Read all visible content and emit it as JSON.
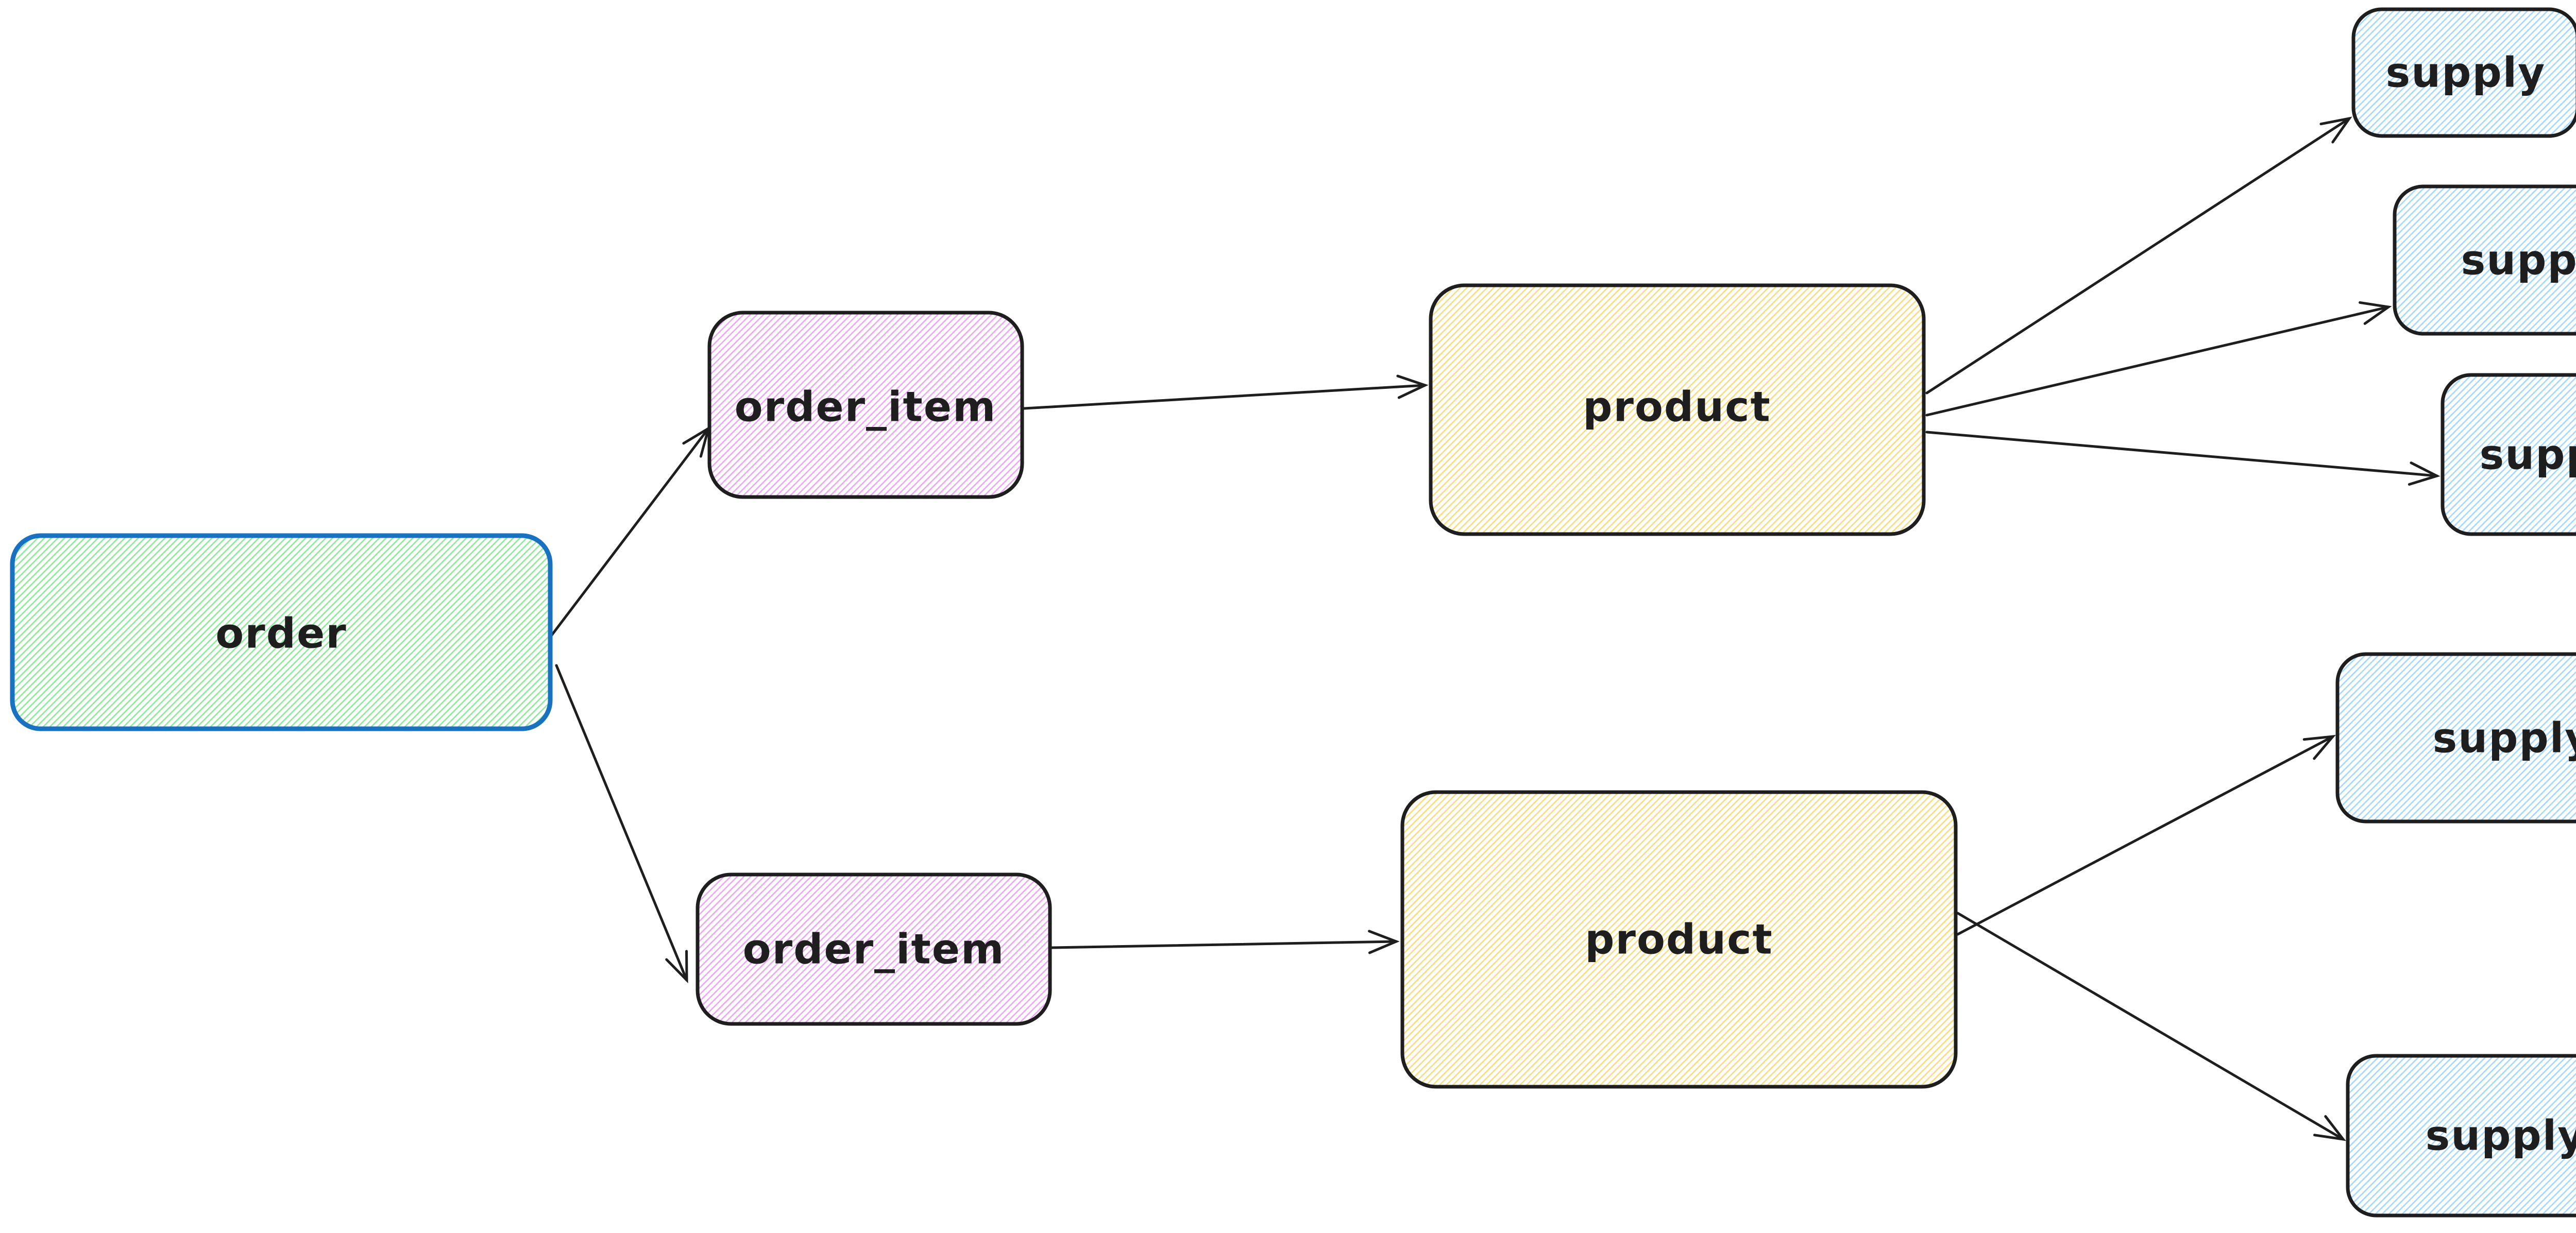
{
  "app": {
    "background": "#ffffff"
  },
  "diagram": {
    "palette": {
      "dark_stroke": "#1e1e1e",
      "blue_stroke": "#1971c2",
      "green_hachure": "#8ce99a",
      "violet_hachure": "#eaa8f2",
      "yellow_hachure": "#f7dd7e",
      "blue_hachure": "#a5d8ff",
      "arrow_stroke": "#1e1e1e"
    },
    "nodes": [
      {
        "id": "order",
        "label": "order",
        "fill_style": "green-hachure",
        "stroke": "#1971c2"
      },
      {
        "id": "order_item_top",
        "label": "order_item",
        "fill_style": "violet-hachure",
        "stroke": "#1e1e1e"
      },
      {
        "id": "order_item_bottom",
        "label": "order_item",
        "fill_style": "violet-hachure",
        "stroke": "#1e1e1e"
      },
      {
        "id": "product_top",
        "label": "product",
        "fill_style": "yellow-hachure",
        "stroke": "#1e1e1e"
      },
      {
        "id": "product_bottom",
        "label": "product",
        "fill_style": "yellow-hachure",
        "stroke": "#1e1e1e"
      },
      {
        "id": "supply_1",
        "label": "supply",
        "fill_style": "blue-hachure",
        "stroke": "#1e1e1e"
      },
      {
        "id": "supply_2",
        "label": "supply",
        "fill_style": "blue-hachure",
        "stroke": "#1e1e1e"
      },
      {
        "id": "supply_3",
        "label": "supply",
        "fill_style": "blue-hachure",
        "stroke": "#1e1e1e"
      },
      {
        "id": "supply_4",
        "label": "supply",
        "fill_style": "blue-hachure",
        "stroke": "#1e1e1e"
      },
      {
        "id": "supply_5",
        "label": "supply",
        "fill_style": "blue-hachure",
        "stroke": "#1e1e1e"
      }
    ],
    "edges": [
      {
        "id": "order->order_item_top",
        "from": "order",
        "to": "order_item_top"
      },
      {
        "id": "order->order_item_bottom",
        "from": "order",
        "to": "order_item_bottom"
      },
      {
        "id": "order_item_top->product_top",
        "from": "order_item_top",
        "to": "product_top"
      },
      {
        "id": "order_item_bottom->product_bottom",
        "from": "order_item_bottom",
        "to": "product_bottom"
      },
      {
        "id": "product_top->supply_1",
        "from": "product_top",
        "to": "supply_1"
      },
      {
        "id": "product_top->supply_2",
        "from": "product_top",
        "to": "supply_2"
      },
      {
        "id": "product_top->supply_3",
        "from": "product_top",
        "to": "supply_3"
      },
      {
        "id": "product_bottom->supply_4",
        "from": "product_bottom",
        "to": "supply_4"
      },
      {
        "id": "product_bottom->supply_5",
        "from": "product_bottom",
        "to": "supply_5"
      }
    ]
  }
}
